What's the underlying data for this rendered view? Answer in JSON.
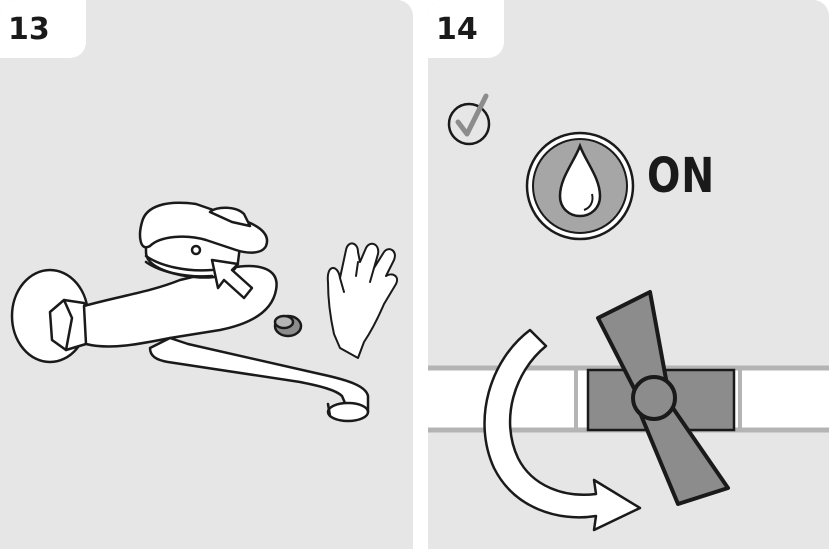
{
  "panels": [
    {
      "step": "13"
    },
    {
      "step": "14",
      "status_label": "ON"
    }
  ],
  "colors": {
    "panel_bg": "#e6e6e7",
    "line": "#1a1a1a",
    "accent_gray": "#8c8c8c",
    "fill_white": "#ffffff"
  }
}
